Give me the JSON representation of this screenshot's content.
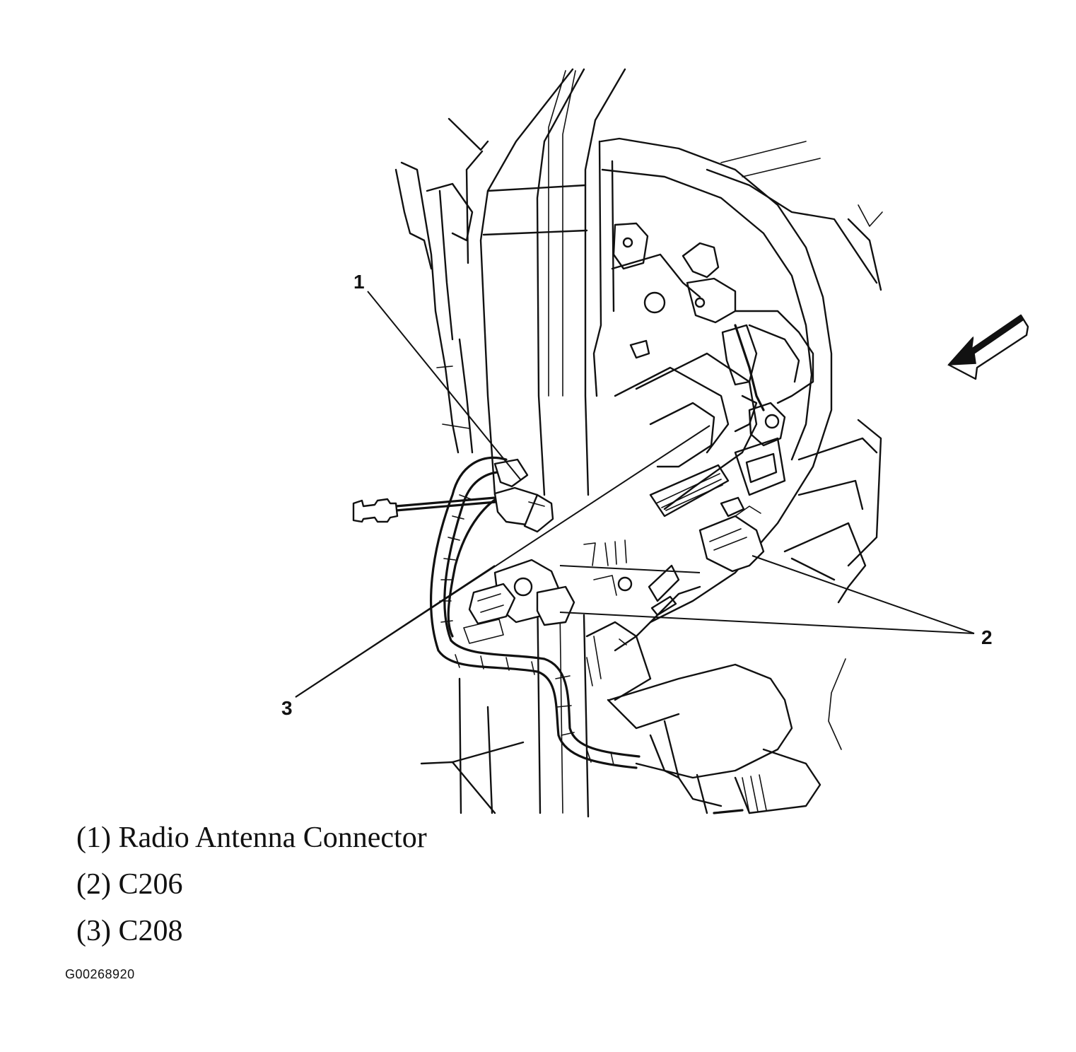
{
  "callouts": [
    {
      "number": "1"
    },
    {
      "number": "2"
    },
    {
      "number": "3"
    }
  ],
  "legend": [
    {
      "text": "(1) Radio Antenna Connector"
    },
    {
      "text": "(2) C206"
    },
    {
      "text": "(3) C208"
    }
  ],
  "figure_id": "G00268920",
  "view_arrow_icon": "arrow-icon"
}
